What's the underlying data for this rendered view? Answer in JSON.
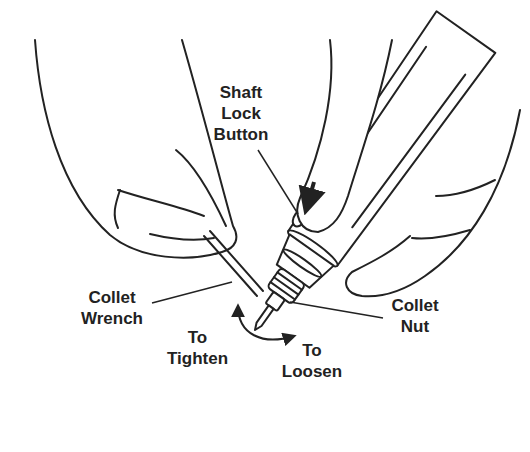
{
  "diagram": {
    "labels": [
      "Shaft Lock Button",
      "Collet Wrench",
      "Collet Nut",
      "To Tighten",
      "To Loosen"
    ]
  }
}
